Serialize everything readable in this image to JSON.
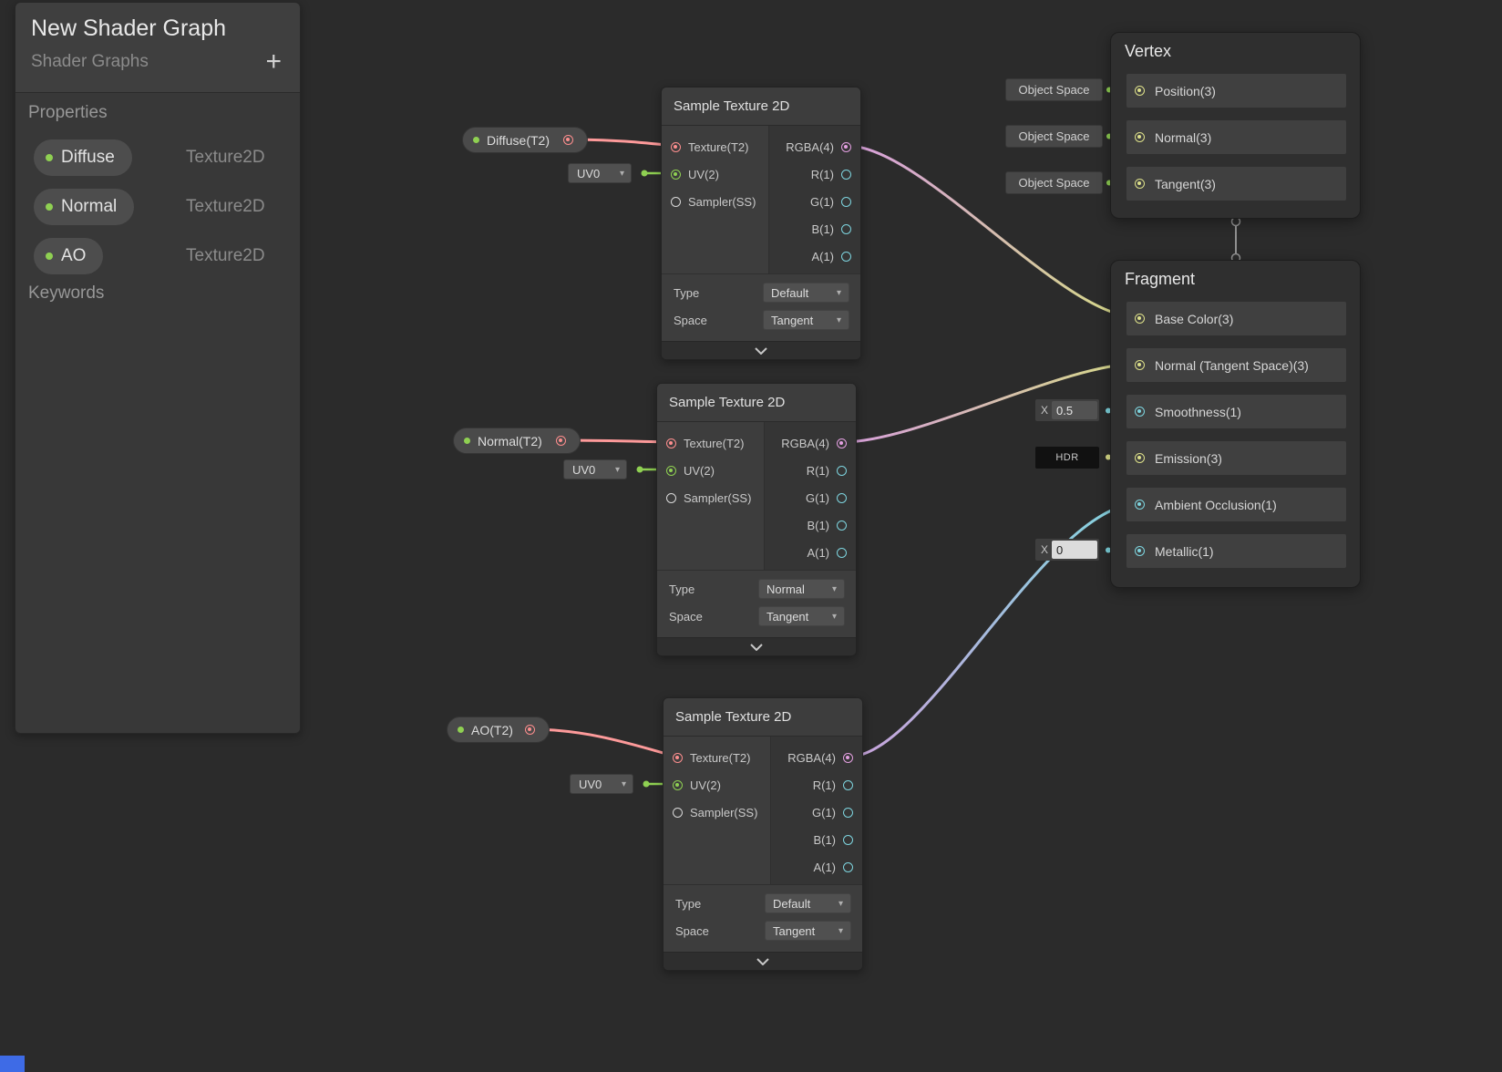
{
  "colors": {
    "background": "#2b2b2b",
    "property_green": "#8FD052",
    "port_texture2d": "#FD8E8E",
    "port_vector4": "#E39FE0",
    "port_vector3": "#DDE08A",
    "port_float": "#7ED5DF",
    "port_sampler": "#D9D9D9",
    "wire_texture": "#FD9A9A",
    "bottom_tab_blue": "#3E6BE6"
  },
  "blackboard": {
    "title": "New Shader Graph",
    "subtitle": "Shader Graphs",
    "add_button": "+",
    "properties_header": "Properties",
    "keywords_header": "Keywords",
    "properties": [
      {
        "name": "Diffuse",
        "type": "Texture2D"
      },
      {
        "name": "Normal",
        "type": "Texture2D"
      },
      {
        "name": "AO",
        "type": "Texture2D"
      }
    ]
  },
  "property_nodes": [
    {
      "label": "Diffuse(T2)"
    },
    {
      "label": "Normal(T2)"
    },
    {
      "label": "AO(T2)"
    }
  ],
  "uv_nodes": [
    {
      "value": "UV0"
    },
    {
      "value": "UV0"
    },
    {
      "value": "UV0"
    }
  ],
  "sample_nodes": [
    {
      "title": "Sample Texture 2D",
      "inputs": [
        "Texture(T2)",
        "UV(2)",
        "Sampler(SS)"
      ],
      "outputs": [
        "RGBA(4)",
        "R(1)",
        "G(1)",
        "B(1)",
        "A(1)"
      ],
      "type_label": "Type",
      "type_value": "Default",
      "space_label": "Space",
      "space_value": "Tangent"
    },
    {
      "title": "Sample Texture 2D",
      "inputs": [
        "Texture(T2)",
        "UV(2)",
        "Sampler(SS)"
      ],
      "outputs": [
        "RGBA(4)",
        "R(1)",
        "G(1)",
        "B(1)",
        "A(1)"
      ],
      "type_label": "Type",
      "type_value": "Normal",
      "space_label": "Space",
      "space_value": "Tangent"
    },
    {
      "title": "Sample Texture 2D",
      "inputs": [
        "Texture(T2)",
        "UV(2)",
        "Sampler(SS)"
      ],
      "outputs": [
        "RGBA(4)",
        "R(1)",
        "G(1)",
        "B(1)",
        "A(1)"
      ],
      "type_label": "Type",
      "type_value": "Default",
      "space_label": "Space",
      "space_value": "Tangent"
    }
  ],
  "vertex": {
    "title": "Vertex",
    "rows": [
      {
        "label": "Position(3)",
        "space": "Object Space"
      },
      {
        "label": "Normal(3)",
        "space": "Object Space"
      },
      {
        "label": "Tangent(3)",
        "space": "Object Space"
      }
    ]
  },
  "fragment": {
    "title": "Fragment",
    "rows": [
      {
        "label": "Base Color(3)"
      },
      {
        "label": "Normal (Tangent Space)(3)"
      },
      {
        "label": "Smoothness(1)",
        "input_label": "X",
        "input_value": "0.5"
      },
      {
        "label": "Emission(3)",
        "hdr_label": "HDR"
      },
      {
        "label": "Ambient Occlusion(1)"
      },
      {
        "label": "Metallic(1)",
        "input_label": "X",
        "input_value": "0"
      }
    ]
  }
}
